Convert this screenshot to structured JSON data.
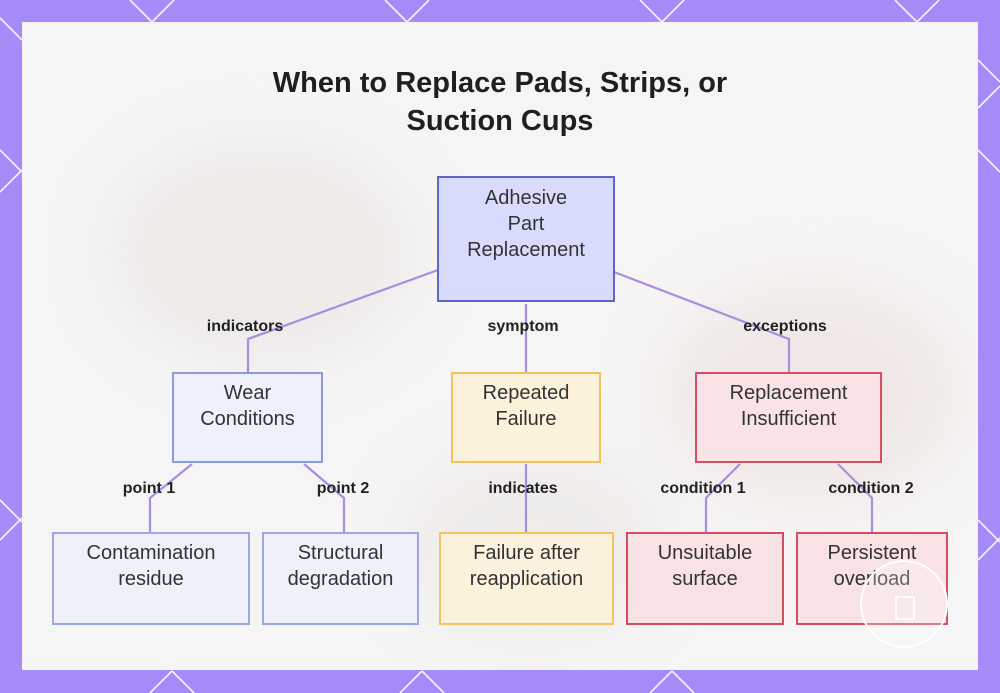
{
  "title": {
    "line1": "When to Replace Pads, Strips, or",
    "line2": "Suction Cups"
  },
  "nodes": {
    "root": {
      "lines": [
        "Adhesive",
        "Part",
        "Replacement"
      ]
    },
    "wear": {
      "lines": [
        "Wear",
        "Conditions"
      ]
    },
    "repeated": {
      "lines": [
        "Repeated",
        "Failure"
      ]
    },
    "insufficient": {
      "lines": [
        "Replacement",
        "Insufficient"
      ]
    },
    "contamination": {
      "lines": [
        "Contamination",
        "residue"
      ]
    },
    "structural": {
      "lines": [
        "Structural",
        "degradation"
      ]
    },
    "reapplication": {
      "lines": [
        "Failure after",
        "reapplication"
      ]
    },
    "unsuitable": {
      "lines": [
        "Unsuitable",
        "surface"
      ]
    },
    "overload": {
      "lines": [
        "Persistent",
        "overload"
      ]
    }
  },
  "edges": {
    "indicators": "indicators",
    "symptom": "symptom",
    "exceptions": "exceptions",
    "point1": "point 1",
    "point2": "point 2",
    "indicates": "indicates",
    "condition1": "condition 1",
    "condition2": "condition 2"
  },
  "colors": {
    "frame": "#a58bf7",
    "connector": "#a98ddf",
    "root_fill": "#d9dbfc",
    "blue_border": "#8d9ae0",
    "yellow_border": "#f0c45a",
    "red_border": "#d54e63"
  },
  "icons": {
    "watermark": "app-logo-icon"
  }
}
